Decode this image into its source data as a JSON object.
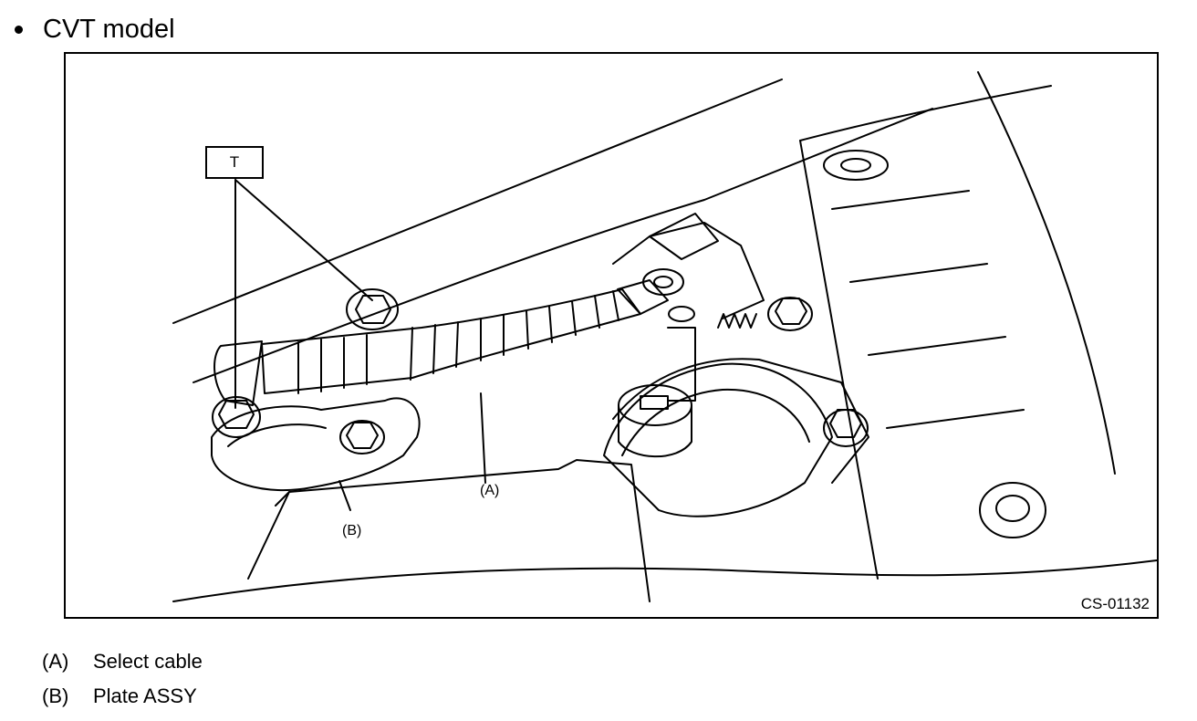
{
  "heading": {
    "text": "CVT model"
  },
  "figure": {
    "figure_id": "CS-01132",
    "torque_label": "T",
    "callouts": {
      "a": "(A)",
      "b": "(B)"
    }
  },
  "legend": [
    {
      "key": "(A)",
      "text": "Select cable"
    },
    {
      "key": "(B)",
      "text": "Plate ASSY"
    }
  ]
}
